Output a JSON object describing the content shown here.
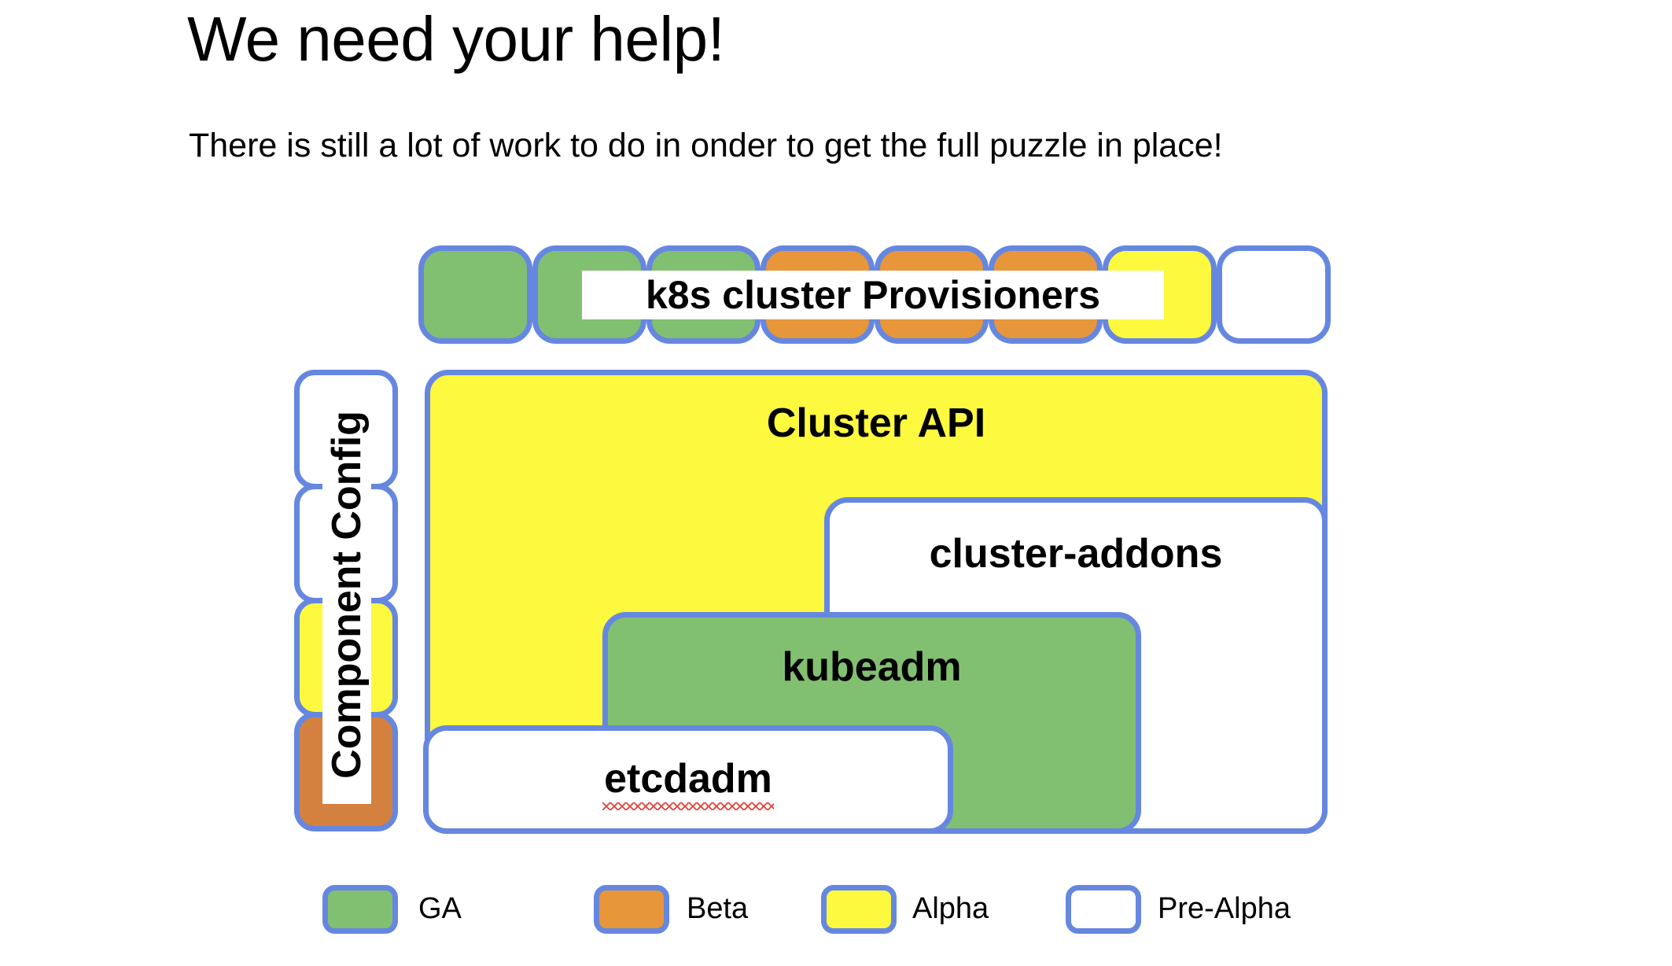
{
  "slide": {
    "title": "We need your help!",
    "subtitle": "There is still a lot of work to do in onder to get the full puzzle in place!"
  },
  "colors": {
    "border": "#6687e0",
    "ga": "#82c071",
    "beta": "#e8963a",
    "beta_dark": "#d4803e",
    "alpha": "#fdf93f",
    "pre_alpha": "#ffffff",
    "text": "#000000",
    "spellcheck": "#e8413a",
    "background": "#ffffff"
  },
  "provisioner_row": {
    "label": "k8s cluster Provisioners",
    "boxes": [
      {
        "status": "GA",
        "fill": "ga"
      },
      {
        "status": "GA",
        "fill": "ga"
      },
      {
        "status": "GA",
        "fill": "ga"
      },
      {
        "status": "Beta",
        "fill": "beta"
      },
      {
        "status": "Beta",
        "fill": "beta"
      },
      {
        "status": "Beta",
        "fill": "beta"
      },
      {
        "status": "Alpha",
        "fill": "alpha"
      },
      {
        "status": "Pre-Alpha",
        "fill": "pre_alpha"
      }
    ]
  },
  "component_config": {
    "label": "Component Config",
    "boxes": [
      {
        "status": "Pre-Alpha",
        "fill": "pre_alpha"
      },
      {
        "status": "Pre-Alpha",
        "fill": "pre_alpha"
      },
      {
        "status": "Alpha",
        "fill": "alpha"
      },
      {
        "status": "Beta",
        "fill": "beta_dark"
      }
    ]
  },
  "stack": [
    {
      "label": "Cluster API",
      "status": "Alpha",
      "fill": "alpha"
    },
    {
      "label": "cluster-addons",
      "status": "Pre-Alpha",
      "fill": "pre_alpha"
    },
    {
      "label": "kubeadm",
      "status": "GA",
      "fill": "ga"
    },
    {
      "label": "etcdadm",
      "status": "Pre-Alpha",
      "fill": "pre_alpha",
      "spellcheck_flagged": true
    }
  ],
  "legend": {
    "items": [
      {
        "label": "GA",
        "fill": "ga"
      },
      {
        "label": "Beta",
        "fill": "beta"
      },
      {
        "label": "Alpha",
        "fill": "alpha"
      },
      {
        "label": "Pre-Alpha",
        "fill": "pre_alpha"
      }
    ]
  }
}
